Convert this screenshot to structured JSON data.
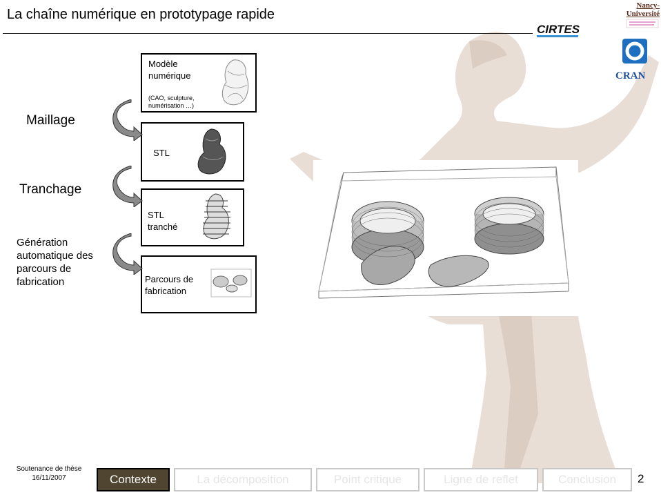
{
  "slide": {
    "title": "La chaîne numérique en prototypage rapide",
    "page_number": "2"
  },
  "logos": {
    "nancy": "Nancy-Université",
    "cirtes": "CIRTES",
    "cran": "CRAN"
  },
  "steps": [
    {
      "label": "Modèle numérique",
      "note": "(CAO, sculpture, numérisation …)"
    },
    {
      "label": "STL"
    },
    {
      "label": "STL tranché"
    },
    {
      "label": "Parcours de fabrication"
    }
  ],
  "transitions": [
    {
      "label": "Maillage"
    },
    {
      "label": "Tranchage"
    },
    {
      "label": "Génération automatique des parcours de fabrication"
    }
  ],
  "footer": {
    "line1": "Soutenance de thèse",
    "line2": "16/11/2007"
  },
  "nav": [
    {
      "label": "Contexte",
      "active": true
    },
    {
      "label": "La décomposition",
      "active": false
    },
    {
      "label": "Point critique",
      "active": false
    },
    {
      "label": "Ligne de reflet",
      "active": false
    },
    {
      "label": "Conclusion",
      "active": false
    }
  ],
  "colors": {
    "nav_active_bg": "#4f4530",
    "statue_tint": "#e7dbd3"
  }
}
